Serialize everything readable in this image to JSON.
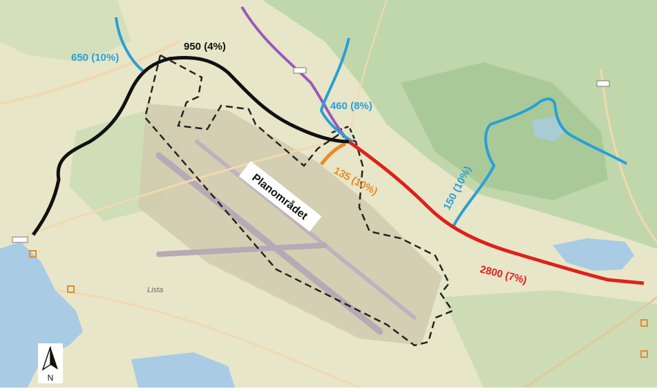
{
  "map": {
    "colors": {
      "land": "#e7e6c8",
      "forest": "#b9d3a6",
      "forest_dark": "#9fc490",
      "airport_area": "#cfc9ad",
      "runway": "#b7a9b6",
      "water": "#a9cbe3",
      "road": "#f0d9b0",
      "black_route": "#111111",
      "purple_route": "#9b59b6",
      "blue_route": "#2a9fd6",
      "red_route": "#e0201b",
      "orange_route": "#e88a2a"
    },
    "labels": {
      "black_route": "950 (4%)",
      "blue_left": "650 (10%)",
      "blue_mid": "460 (8%)",
      "orange": "135 (10%)",
      "blue_right": "150 (10%)",
      "red": "2800 (7%)",
      "plan_area": "Planområdet",
      "place_lista": "Lista"
    },
    "compass": {
      "letter": "N",
      "icon": "north-arrow-icon"
    }
  }
}
